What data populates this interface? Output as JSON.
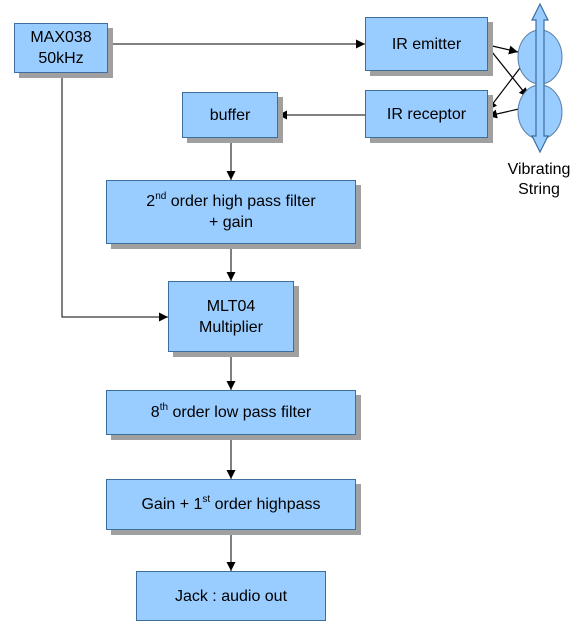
{
  "blocks": {
    "oscillator": {
      "line1": "MAX038",
      "line2": "50kHz"
    },
    "emitter": {
      "label": "IR emitter"
    },
    "receptor": {
      "label": "IR receptor"
    },
    "buffer": {
      "label": "buffer"
    },
    "highpass": {
      "pre": "2",
      "sup": "nd",
      "post": " order high pass filter",
      "line2": "+ gain"
    },
    "multiplier": {
      "line1": "MLT04",
      "line2": "Multiplier"
    },
    "lowpass": {
      "pre": "8",
      "sup": "th",
      "post": " order low pass filter"
    },
    "gain": {
      "pre": "Gain + 1",
      "sup": "st",
      "post": " order highpass"
    },
    "jack": {
      "label": "Jack : audio out"
    }
  },
  "string_label": {
    "line1": "Vibrating",
    "line2": "String"
  },
  "colors": {
    "block_fill": "#99ccff",
    "block_border": "#3c6e9e",
    "shadow": "#a0a0a0",
    "string_fill": "#99ccff"
  }
}
